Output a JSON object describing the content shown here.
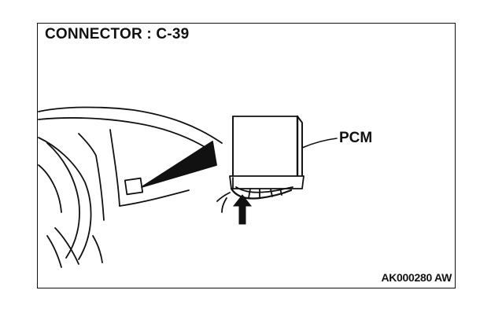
{
  "diagram": {
    "title": "CONNECTOR : C-39",
    "component_label": "PCM",
    "figure_code": "AK000280 AW"
  }
}
